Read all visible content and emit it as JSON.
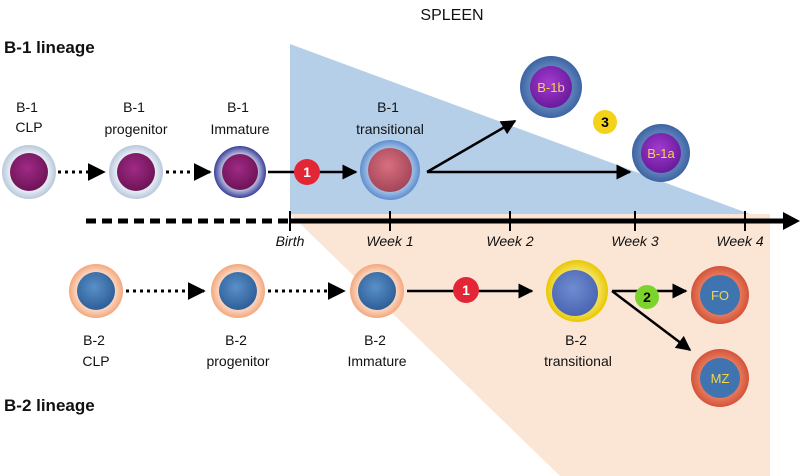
{
  "spleen_title": "SPLEEN",
  "lineage": {
    "b1": "B-1 lineage",
    "b2": "B-2 lineage"
  },
  "timeline": {
    "birth": "Birth",
    "week1": "Week 1",
    "week2": "Week 2",
    "week3": "Week 3",
    "week4": "Week 4"
  },
  "b1_cells": {
    "clp": [
      "B-1",
      "CLP"
    ],
    "progenitor": [
      "B-1",
      "progenitor"
    ],
    "immature": [
      "B-1",
      "Immature"
    ],
    "transitional": [
      "B-1",
      "transitional"
    ],
    "b1b": "B-1b",
    "b1a": "B-1a"
  },
  "b2_cells": {
    "clp": [
      "B-2",
      "CLP"
    ],
    "progenitor": [
      "B-2",
      "progenitor"
    ],
    "immature": [
      "B-2",
      "Immature"
    ],
    "transitional": [
      "B-2",
      "transitional"
    ],
    "fo": "FO",
    "mz": "MZ"
  },
  "badges": {
    "b1_step": "1",
    "b2_step": "1",
    "b2_branch": "2",
    "b1_branch": "3"
  },
  "colors": {
    "spleen_b1": "#b4cde8",
    "spleen_b2": "#fbe5d4",
    "badge_red": "#e32636",
    "badge_green": "#7bd42b",
    "badge_yellow": "#f5d21a",
    "b1_nucleus": "#8b1e6e",
    "b2_nucleus": "#3f74b0"
  }
}
